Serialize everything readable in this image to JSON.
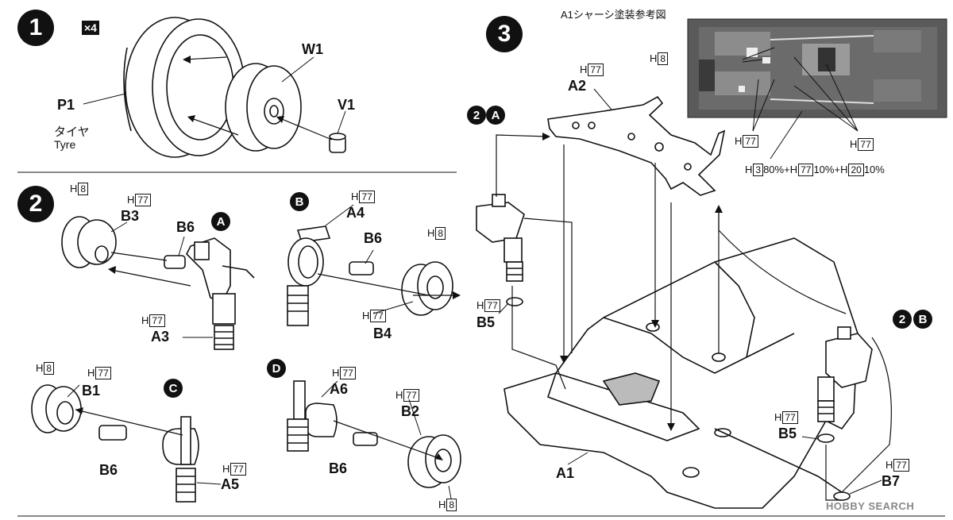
{
  "steps": {
    "s1": "1",
    "s2": "2",
    "s3": "3"
  },
  "quantity": "×4",
  "tyre": {
    "part": "P1",
    "jp": "タイヤ",
    "en": "Tyre"
  },
  "parts": {
    "W1": "W1",
    "V1": "V1",
    "B3": "B3",
    "B6a": "B6",
    "A3": "A3",
    "A4": "A4",
    "B6b": "B6",
    "B4": "B4",
    "B1": "B1",
    "B6c": "B6",
    "A5": "A5",
    "A6": "A6",
    "B2": "B2",
    "B6d": "B6",
    "A2": "A2",
    "B5a": "B5",
    "B5b": "B5",
    "A1": "A1",
    "B7": "B7"
  },
  "sub_labels": {
    "A": "A",
    "B": "B",
    "C": "C",
    "D": "D"
  },
  "step_refs": {
    "ref1_num": "2",
    "ref1_letter": "A",
    "ref2_num": "2",
    "ref2_letter": "B"
  },
  "paint": {
    "H": "H",
    "c8": "8",
    "c77": "77",
    "c3": "3",
    "c20": "20",
    "mix_p1": "80%+",
    "mix_p2": "10%+",
    "mix_p3": "10%"
  },
  "reference_title": "A1シャーシ塗装参考図",
  "watermark": "HOBBY SEARCH"
}
